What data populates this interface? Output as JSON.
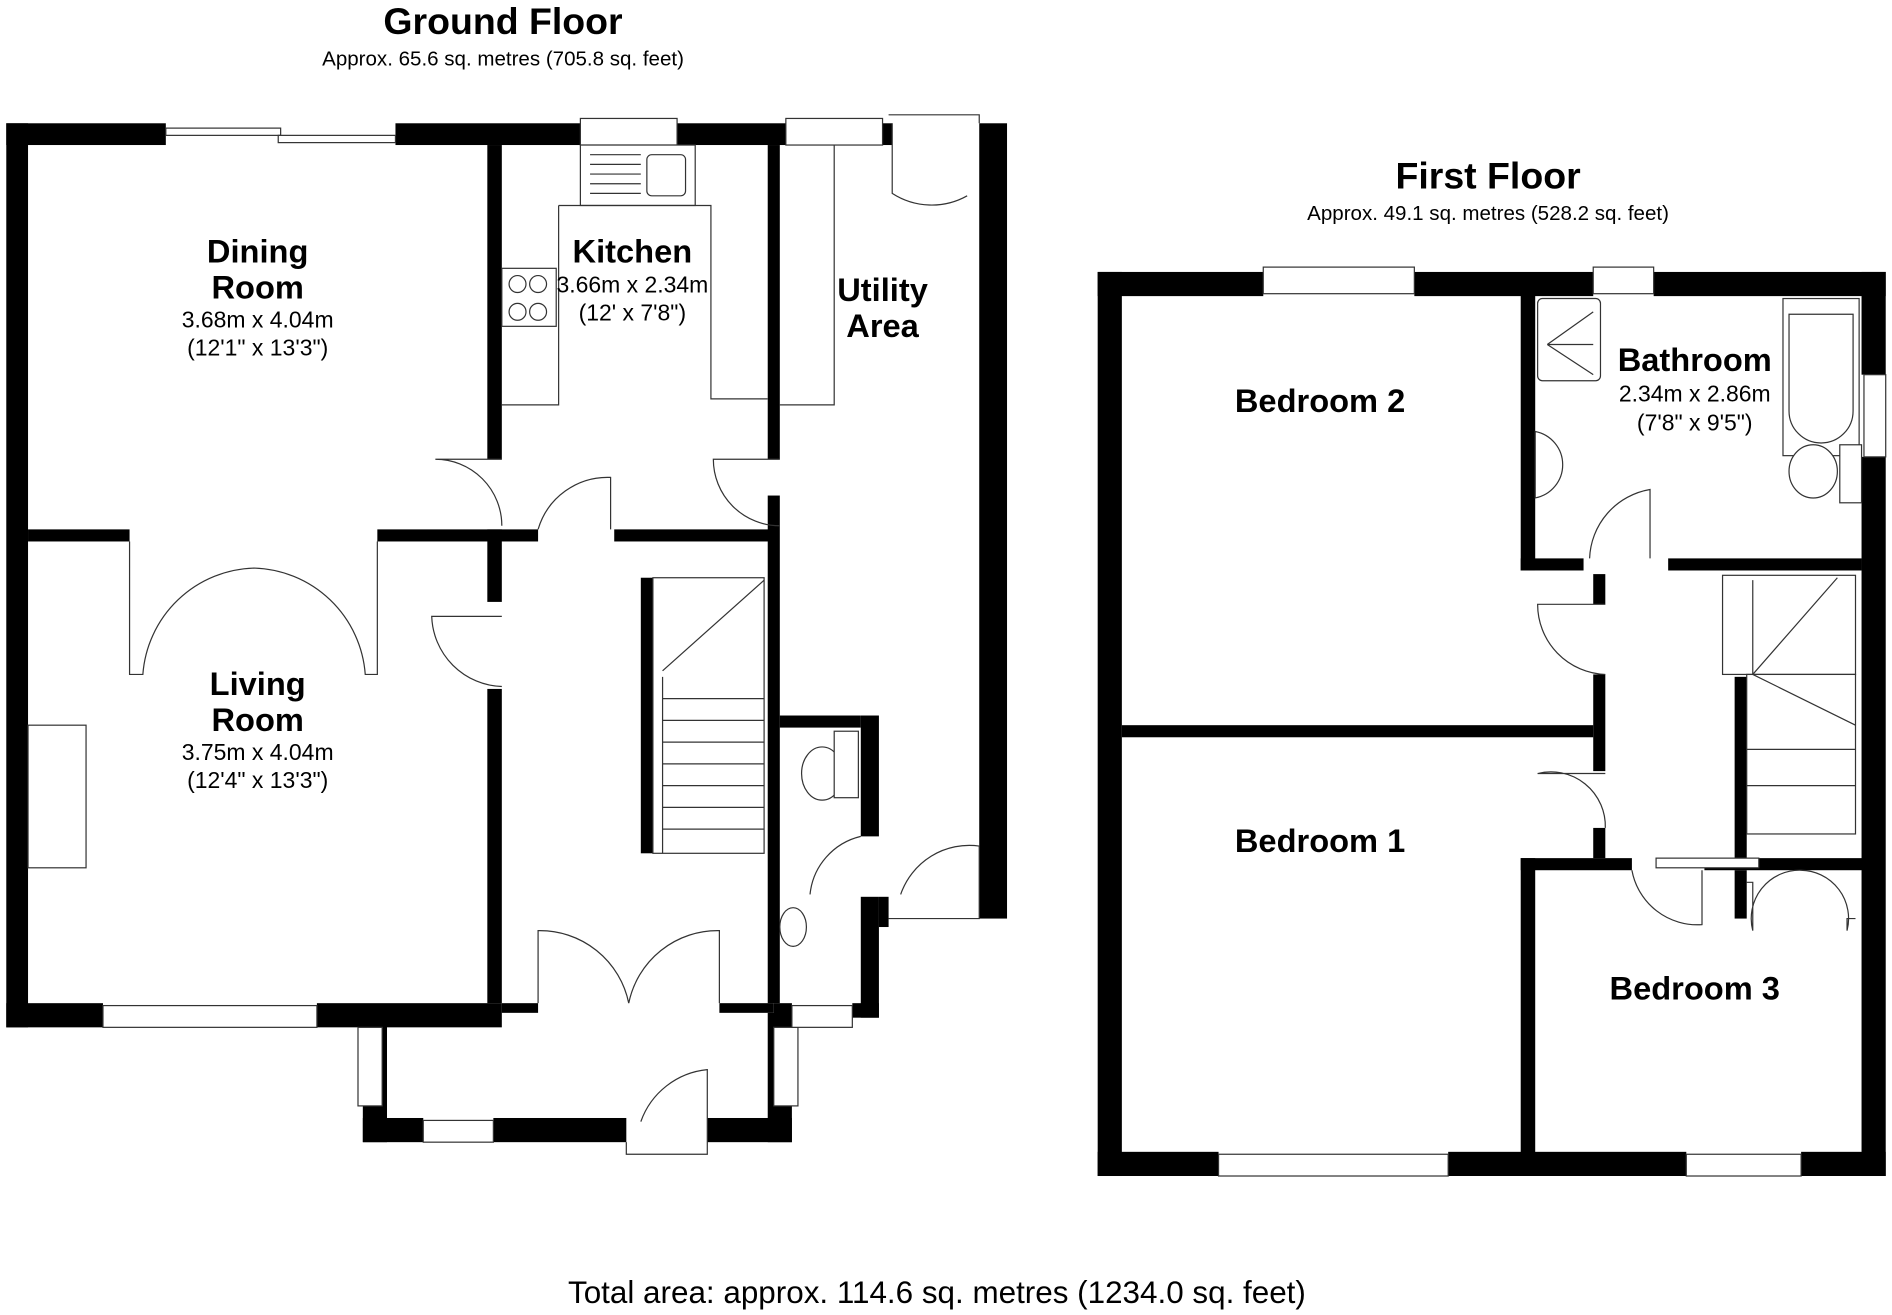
{
  "ground_floor": {
    "title": "Ground Floor",
    "area": "Approx. 65.6 sq. metres (705.8 sq. feet)",
    "rooms": [
      {
        "name_line1": "Dining",
        "name_line2": "Room",
        "metric": "3.68m x 4.04m",
        "imperial": "(12'1\" x 13'3\")"
      },
      {
        "name_line1": "Kitchen",
        "metric": "3.66m x 2.34m",
        "imperial": "(12' x 7'8\")"
      },
      {
        "name_line1": "Utility",
        "name_line2": "Area"
      },
      {
        "name_line1": "Living",
        "name_line2": "Room",
        "metric": "3.75m x 4.04m",
        "imperial": "(12'4\" x 13'3\")"
      }
    ]
  },
  "first_floor": {
    "title": "First Floor",
    "area": "Approx. 49.1 sq. metres (528.2 sq. feet)",
    "rooms": [
      {
        "name_line1": "Bedroom 2"
      },
      {
        "name_line1": "Bathroom",
        "metric": "2.34m x 2.86m",
        "imperial": "(7'8\" x 9'5\")"
      },
      {
        "name_line1": "Bedroom 1"
      },
      {
        "name_line1": "Bedroom 3"
      }
    ]
  },
  "total_area": "Total area: approx. 114.6 sq. metres (1234.0 sq. feet)"
}
